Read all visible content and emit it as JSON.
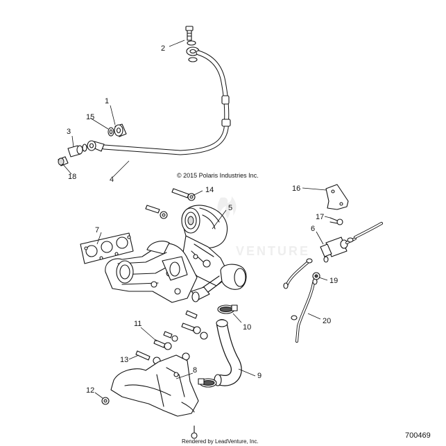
{
  "copyright": "© 2015 Polaris Industries Inc.",
  "diagram_number": "700469",
  "footer": "Rendered by LeadVenture, Inc.",
  "watermark": "VENTURE",
  "callouts": [
    {
      "id": "1",
      "label": "1"
    },
    {
      "id": "2",
      "label": "2"
    },
    {
      "id": "3",
      "label": "3"
    },
    {
      "id": "4",
      "label": "4"
    },
    {
      "id": "5",
      "label": "5"
    },
    {
      "id": "6",
      "label": "6"
    },
    {
      "id": "7",
      "label": "7"
    },
    {
      "id": "8",
      "label": "8"
    },
    {
      "id": "9",
      "label": "9"
    },
    {
      "id": "10",
      "label": "10"
    },
    {
      "id": "11",
      "label": "11"
    },
    {
      "id": "12",
      "label": "12"
    },
    {
      "id": "13",
      "label": "13"
    },
    {
      "id": "14",
      "label": "14"
    },
    {
      "id": "15",
      "label": "15"
    },
    {
      "id": "16",
      "label": "16"
    },
    {
      "id": "17",
      "label": "17"
    },
    {
      "id": "18",
      "label": "18"
    },
    {
      "id": "19",
      "label": "19"
    },
    {
      "id": "20",
      "label": "20"
    }
  ]
}
